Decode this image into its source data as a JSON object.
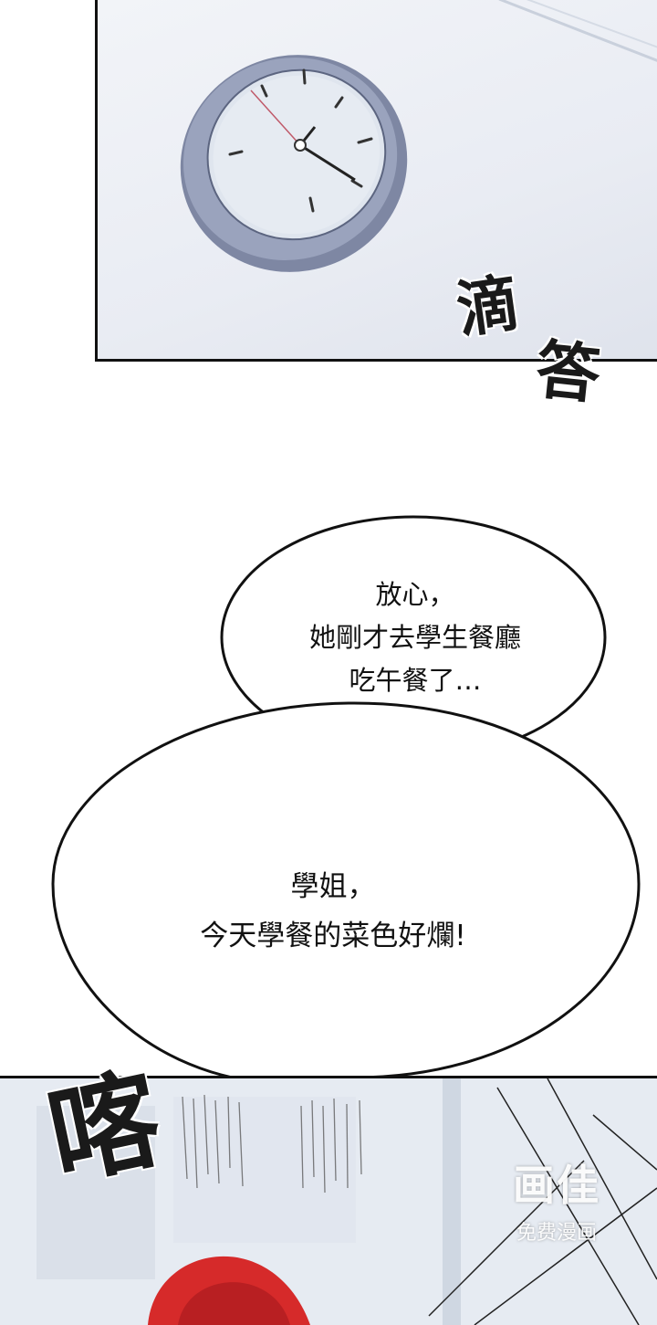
{
  "panels": {
    "top": {
      "sfx_drip": "滴",
      "sfx_answer": "答"
    },
    "bubbles": {
      "small": {
        "lines": [
          "放心，",
          "她剛才去學生餐廳",
          "吃午餐了…"
        ]
      },
      "large": {
        "lines": [
          "學姐，",
          "今天學餐的菜色好爛!"
        ]
      }
    },
    "bottom": {
      "sfx_knock": "喀"
    }
  },
  "watermark": {
    "logo": "画佳",
    "caption": "免费漫画"
  },
  "colors": {
    "ink": "#111111",
    "hair": "#d62a2a",
    "sky": "#e8edf4"
  }
}
